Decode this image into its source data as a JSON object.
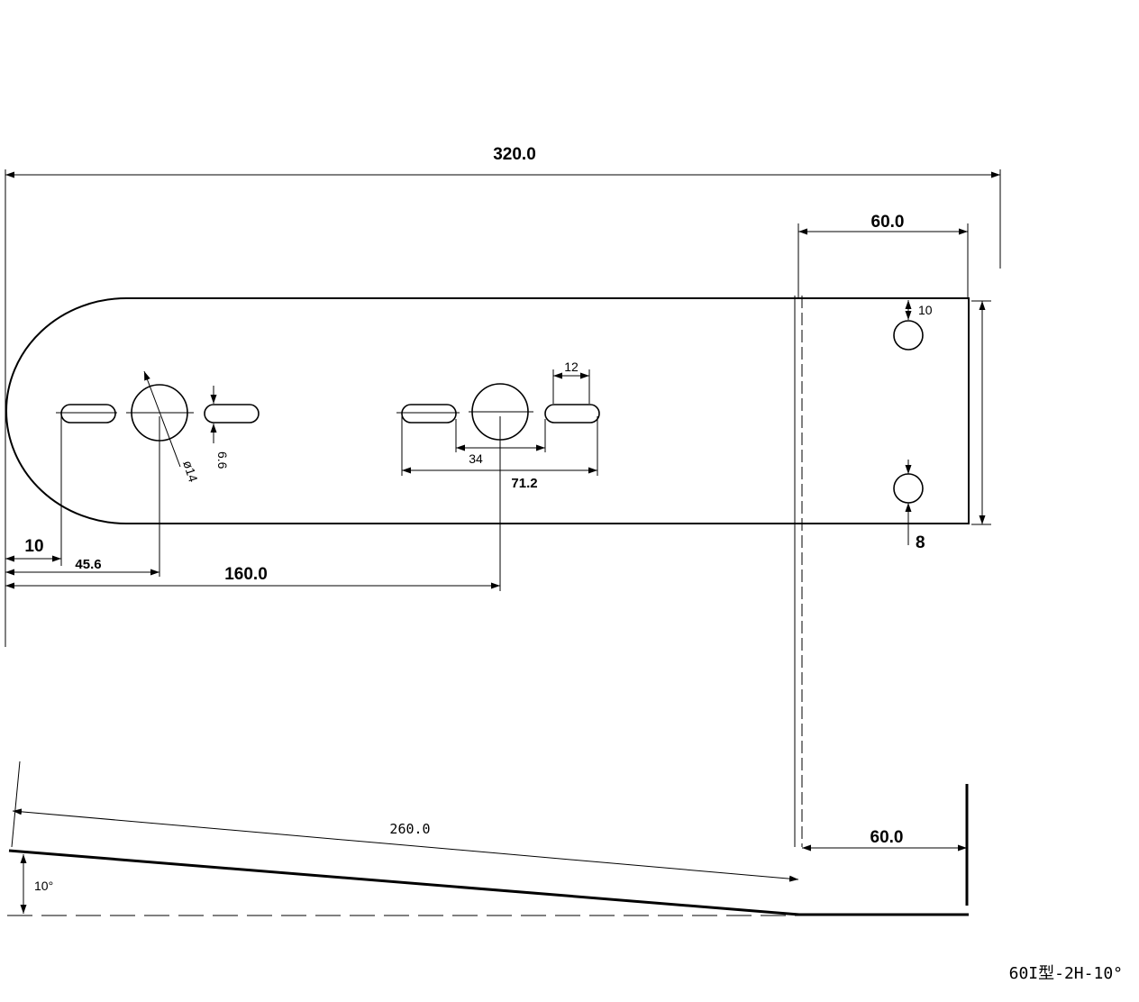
{
  "drawing": {
    "model_label": "60I型-2H-10°",
    "dimensions": {
      "overall_length": "320.0",
      "right_section_length": "60.0",
      "hole_edge_offset": "10",
      "small_hole_diameter": "8",
      "slot_width": "12",
      "slot_height": "6.6",
      "hole_diameter": "ø14",
      "slot_pitch": "34",
      "slot_span": "71.2",
      "left_offset": "10",
      "first_hole_position": "45.6",
      "second_hole_position": "160.0",
      "bottom_length": "260.0",
      "bottom_right_length": "60.0",
      "bend_angle": "10°"
    }
  }
}
